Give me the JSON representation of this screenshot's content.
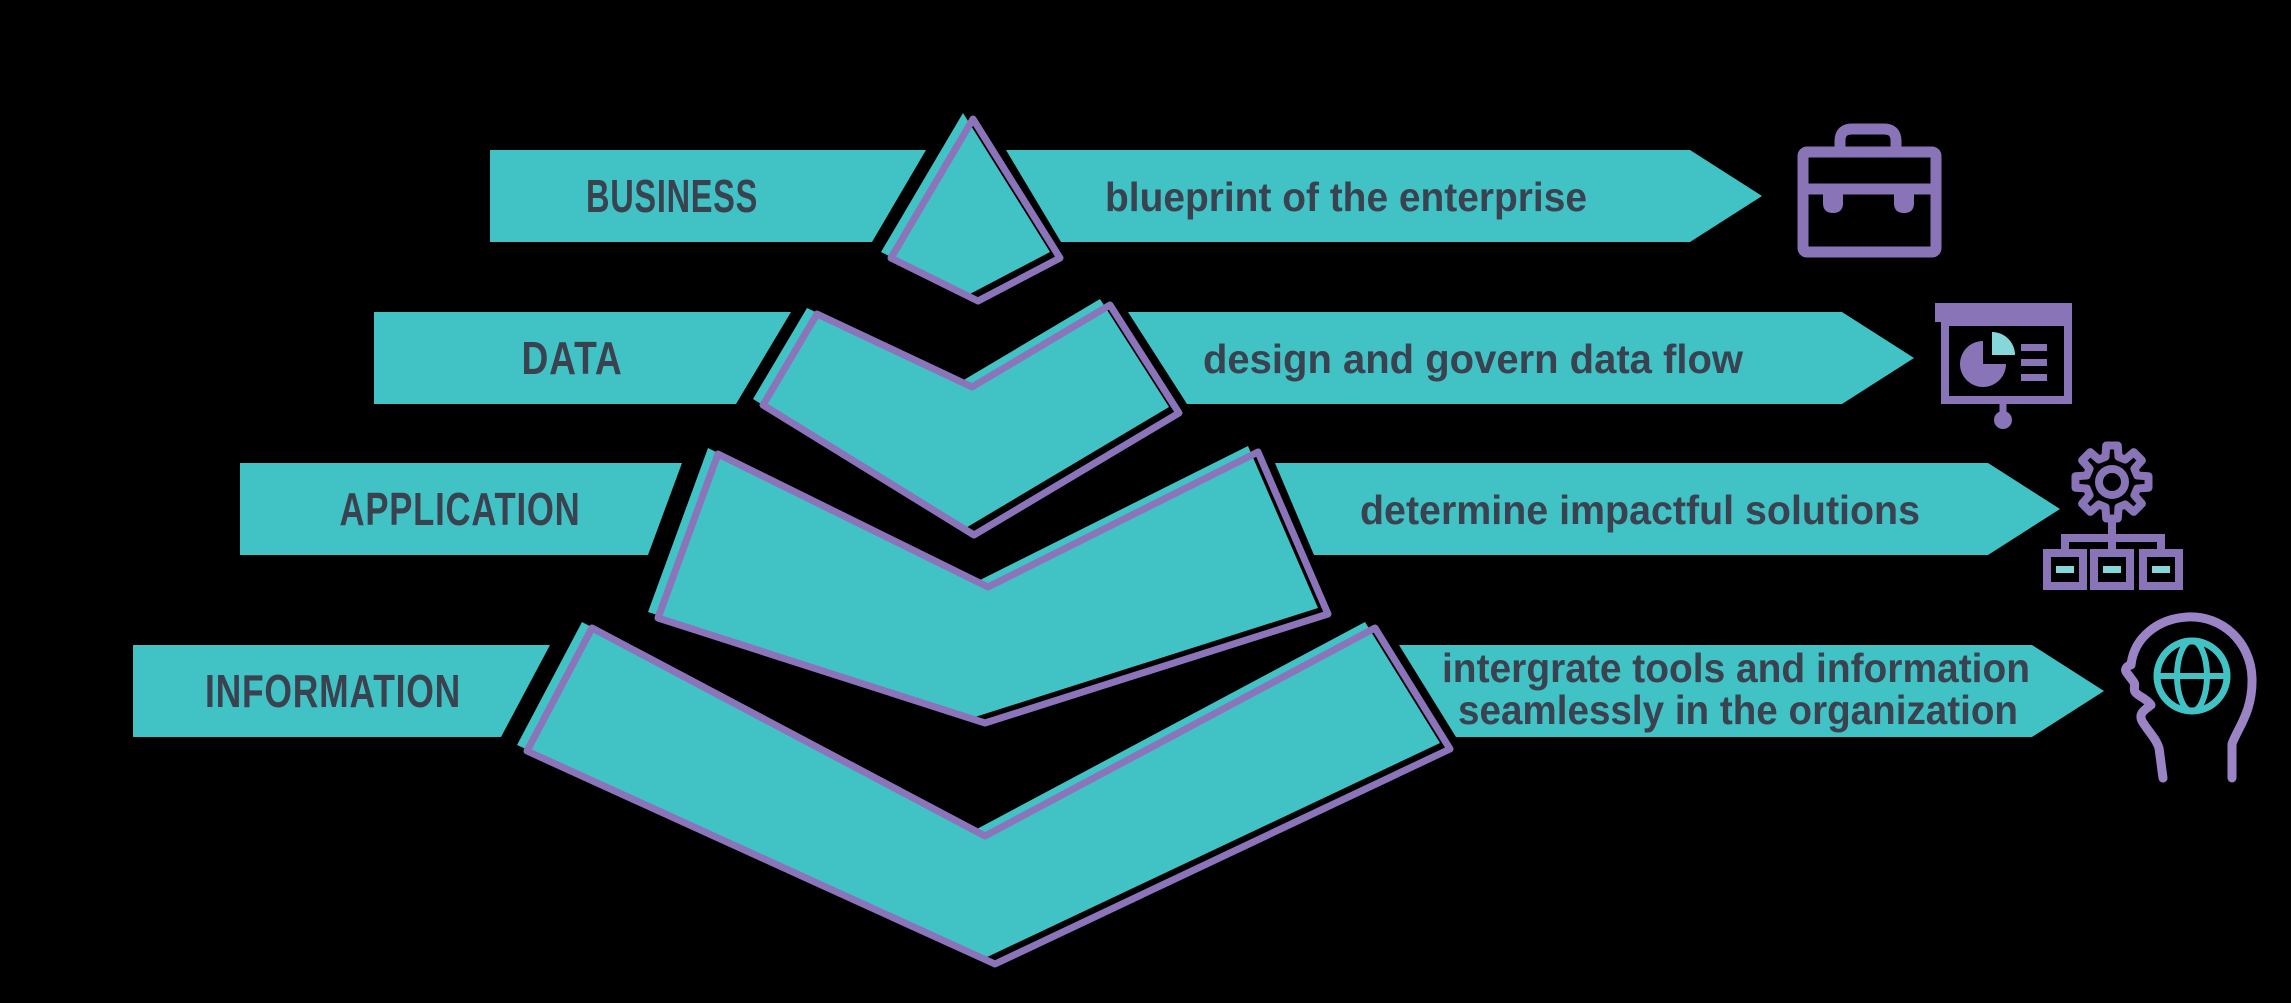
{
  "diagram": {
    "type": "layered-chevron-banner",
    "rows": [
      {
        "label": "BUSINESS",
        "description": "blueprint of the enterprise",
        "icon": "briefcase-icon"
      },
      {
        "label": "DATA",
        "description": "design and govern data flow",
        "icon": "presentation-chart-icon"
      },
      {
        "label": "APPLICATION",
        "description": "determine impactful solutions",
        "icon": "gear-hierarchy-icon"
      },
      {
        "label": "INFORMATION",
        "description_line1": "intergrate tools and information",
        "description_line2": "seamlessly in the organization",
        "icon": "head-globe-icon"
      }
    ],
    "colors": {
      "bar_teal": "#41C3C6",
      "chevron_outline_purple": "#8B74BA",
      "icon_purple": "#8A74B8",
      "icon_head_purple": "#9A84C6",
      "icon_accent_teal": "#86D7D9",
      "text_dark": "#3A4250",
      "background": "#000000"
    }
  }
}
